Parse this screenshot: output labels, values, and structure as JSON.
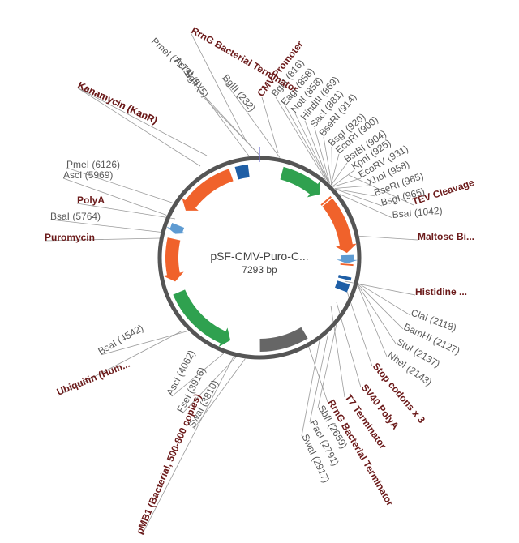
{
  "plasmid": {
    "name": "pSF-CMV-Puro-C...",
    "length_label": "7293 bp",
    "length_bp": 7293
  },
  "colors": {
    "backbone": "#555555",
    "orange": "#f0622b",
    "green": "#2fa14f",
    "blue": "#1f5fa6",
    "light_blue": "#5e9bd2",
    "gray": "#666666",
    "feature_text": "#6b1a1a",
    "site_text": "#5a5a5a"
  },
  "features": [
    {
      "name": "CMV Promoter",
      "start": 300,
      "end": 880,
      "color": "green",
      "arrow": "cw"
    },
    {
      "name": "TEV Cleavage",
      "start": 992,
      "end": 1015,
      "color": "orange",
      "arrow": "none"
    },
    {
      "name": "Maltose Bi...",
      "start": 1030,
      "end": 1760,
      "color": "orange",
      "arrow": "cw"
    },
    {
      "name": "Histidine ...",
      "start": 1790,
      "end": 1900,
      "color": "light_blue",
      "arrow": "cw"
    },
    {
      "name": "Stop codons x 3",
      "start": 1905,
      "end": 1925,
      "color": "orange",
      "arrow": "none"
    },
    {
      "name": "SV40 PolyA",
      "start": 2070,
      "end": 2110,
      "color": "blue",
      "arrow": "none"
    },
    {
      "name": "T7 Terminator",
      "start": 2155,
      "end": 2260,
      "color": "blue",
      "arrow": "none"
    },
    {
      "name": "pMB1 (Bacterial, 500-800 copies)",
      "start": 3020,
      "end": 3640,
      "color": "gray",
      "arrow": "none"
    },
    {
      "name": "Ubiquitin (Hum...",
      "start": 4040,
      "end": 5000,
      "color": "green",
      "arrow": "ccw"
    },
    {
      "name": "Puromycin",
      "start": 5150,
      "end": 5720,
      "color": "orange",
      "arrow": "ccw"
    },
    {
      "name": "PolyA",
      "start": 5790,
      "end": 5910,
      "color": "light_blue",
      "arrow": "ccw"
    },
    {
      "name": "Kanamycin (KanR)",
      "start": 6130,
      "end": 6910,
      "color": "orange",
      "arrow": "ccw"
    },
    {
      "name": "RrnG Bacterial Terminator",
      "start": 6985,
      "end": 7150,
      "color": "blue",
      "arrow": "none"
    }
  ],
  "feature_labels": [
    {
      "text": "RrnG Bacterial Terminator",
      "pos": 7140
    },
    {
      "text": "Kanamycin (KanR)",
      "pos": 6700
    },
    {
      "text": "CMV Promoter",
      "pos": 600
    },
    {
      "text": "TEV Cleavage",
      "pos": 1000
    },
    {
      "text": "Maltose Bi...",
      "pos": 1400
    },
    {
      "text": "Histidine ...",
      "pos": 1820
    },
    {
      "text": "Stop codons x 3",
      "pos": 1915
    },
    {
      "text": "SV40 PolyA",
      "pos": 2090
    },
    {
      "text": "T7 Terminator",
      "pos": 2200
    },
    {
      "text": "RrnG Bacterial Terminator",
      "pos": 2400
    },
    {
      "text": "pMB1 (Bacterial, 500-800 copies)",
      "pos": 3330
    },
    {
      "text": "Ubiquitin (Hum...",
      "pos": 4500
    },
    {
      "text": "Puromycin",
      "pos": 5440
    },
    {
      "text": "PolyA",
      "pos": 5850
    },
    {
      "text": "Kanamycin (KanR)",
      "pos": 6700
    }
  ],
  "sites": [
    {
      "text": "PmeI (7174)",
      "pos": 7174
    },
    {
      "text": "AsiSI (5)",
      "pos": 5
    },
    {
      "text": "SgfI (5)",
      "pos": 5
    },
    {
      "text": "BglII (232)",
      "pos": 232
    },
    {
      "text": "BglII (816)",
      "pos": 816
    },
    {
      "text": "EagI (858)",
      "pos": 858
    },
    {
      "text": "NotI (858)",
      "pos": 858
    },
    {
      "text": "HindIII (869)",
      "pos": 869
    },
    {
      "text": "SacI (881)",
      "pos": 881
    },
    {
      "text": "BseRI (914)",
      "pos": 914
    },
    {
      "text": "BsgI (920)",
      "pos": 920
    },
    {
      "text": "EcoRI (900)",
      "pos": 900
    },
    {
      "text": "BstBI (904)",
      "pos": 904
    },
    {
      "text": "KpnI (925)",
      "pos": 925
    },
    {
      "text": "EcoRV (931)",
      "pos": 931
    },
    {
      "text": "XhoI (958)",
      "pos": 958
    },
    {
      "text": "BseRI (965)",
      "pos": 965
    },
    {
      "text": "BsgI (965)",
      "pos": 965
    },
    {
      "text": "BsaI (1042)",
      "pos": 1042
    },
    {
      "text": "ClaI (2118)",
      "pos": 2118
    },
    {
      "text": "BamHI (2127)",
      "pos": 2127
    },
    {
      "text": "StuI (2137)",
      "pos": 2137
    },
    {
      "text": "NheI (2143)",
      "pos": 2143
    },
    {
      "text": "SbfI (2659)",
      "pos": 2659
    },
    {
      "text": "PacI (2791)",
      "pos": 2791
    },
    {
      "text": "SwaI (2917)",
      "pos": 2917
    },
    {
      "text": "SwaI (3810)",
      "pos": 3810
    },
    {
      "text": "FseI (3916)",
      "pos": 3916
    },
    {
      "text": "AscI (4062)",
      "pos": 4062
    },
    {
      "text": "BsaI (4542)",
      "pos": 4542
    },
    {
      "text": "BsaI (5764)",
      "pos": 5764
    },
    {
      "text": "AscI (5969)",
      "pos": 5969
    },
    {
      "text": "PmeI (6126)",
      "pos": 6126
    }
  ]
}
